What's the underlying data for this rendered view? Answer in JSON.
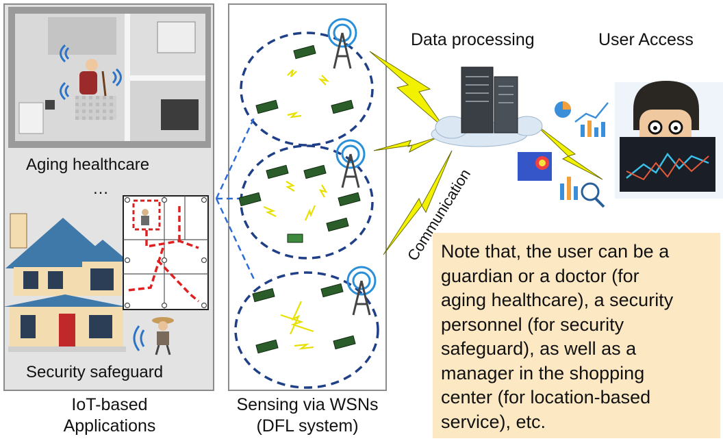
{
  "applications_panel": {
    "scenario_1": "Aging healthcare",
    "ellipsis": "…",
    "scenario_2": "Security safeguard",
    "caption_line1": "IoT-based",
    "caption_line2": "Applications"
  },
  "sensing_panel": {
    "caption_line1": "Sensing via WSNs",
    "caption_line2": "(DFL system)"
  },
  "data_processing_label": "Data processing",
  "user_access_label": "User Access",
  "communication_label": "Communication",
  "note_lines": [
    "Note that, the user can be a",
    "guardian or a doctor (for",
    "aging healthcare), a security",
    "personnel (for security",
    "safeguard), as well as a",
    "manager in the shopping",
    "center (for location-based",
    "service), etc."
  ],
  "colors": {
    "cluster_ring": "#1f3f86",
    "lightning": "#f2f200",
    "path": "#e02020",
    "note_bg": "#fde8c4",
    "roof": "#3e79aa"
  }
}
